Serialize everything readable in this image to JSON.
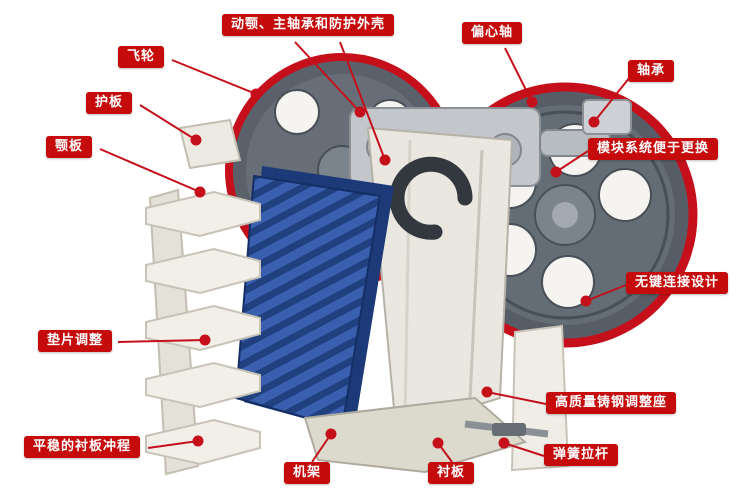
{
  "diagram": {
    "labels": [
      {
        "id": "moving-jaw-main-bearing-housing",
        "text": "动颚、主轴承和防护外壳"
      },
      {
        "id": "eccentric-shaft",
        "text": "偏心轴"
      },
      {
        "id": "flywheel",
        "text": "飞轮"
      },
      {
        "id": "bearing",
        "text": "轴承"
      },
      {
        "id": "guard-plate",
        "text": "护板"
      },
      {
        "id": "jaw-plate",
        "text": "颚板"
      },
      {
        "id": "modular-system-easy-replace",
        "text": "模块系统便于更换"
      },
      {
        "id": "keyless-connection-design",
        "text": "无键连接设计"
      },
      {
        "id": "shim-adjustment",
        "text": "垫片调整"
      },
      {
        "id": "cast-steel-adjustment-seat",
        "text": "高质量铸钢调整座"
      },
      {
        "id": "smooth-liner-stroke",
        "text": "平稳的衬板冲程"
      },
      {
        "id": "frame",
        "text": "机架"
      },
      {
        "id": "liner-plate",
        "text": "衬板"
      },
      {
        "id": "spring-tension-rod",
        "text": "弹簧拉杆"
      }
    ],
    "colors": {
      "label_bg": "#c50b0b",
      "label_text": "#ffffff",
      "leader_line": "#c5101c",
      "flywheel_rim": "#c5101c",
      "jaw_plate_blue": "#2e4f9c"
    }
  }
}
